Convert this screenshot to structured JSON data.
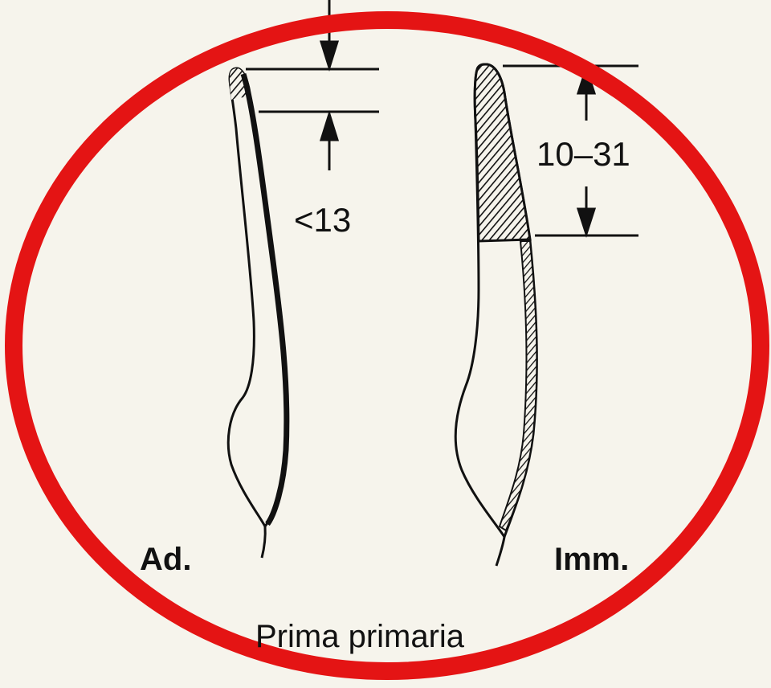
{
  "figure": {
    "labels": {
      "adult_measure": "<13",
      "immature_measure": "10–31",
      "adult": "Ad.",
      "immature": "Imm.",
      "caption": "Prima primaria"
    },
    "colors": {
      "ink": "#111111",
      "paper": "#f6f4ec",
      "highlight_circle": "#e41414"
    }
  }
}
